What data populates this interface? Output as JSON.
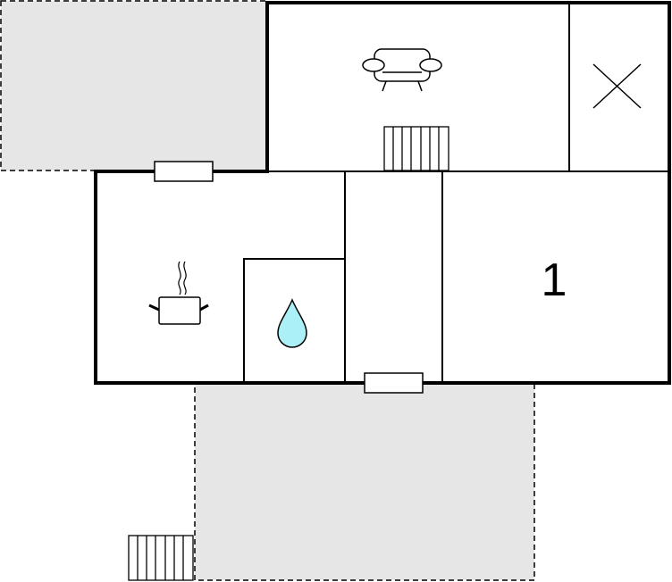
{
  "floorplan": {
    "colors": {
      "outdoor_fill": "#e6e6e6",
      "wall": "#000000",
      "water": "#aaf0f6",
      "background": "#ffffff"
    },
    "rooms": [
      {
        "id": "living-room",
        "icon": "sofa-icon"
      },
      {
        "id": "storage-room",
        "icon": "cross-icon"
      },
      {
        "id": "kitchen",
        "icon": "cooking-pot-icon"
      },
      {
        "id": "bathroom",
        "icon": "water-drop-icon"
      },
      {
        "id": "hallway",
        "icon": ""
      },
      {
        "id": "bedroom",
        "icon": "",
        "label": "1"
      }
    ],
    "outdoor_areas": [
      "terrace-top-left",
      "terrace-bottom"
    ],
    "stairs": [
      "staircase-upper",
      "staircase-terrace"
    ],
    "windows": [
      "window-kitchen-top",
      "window-hallway-bottom"
    ]
  }
}
